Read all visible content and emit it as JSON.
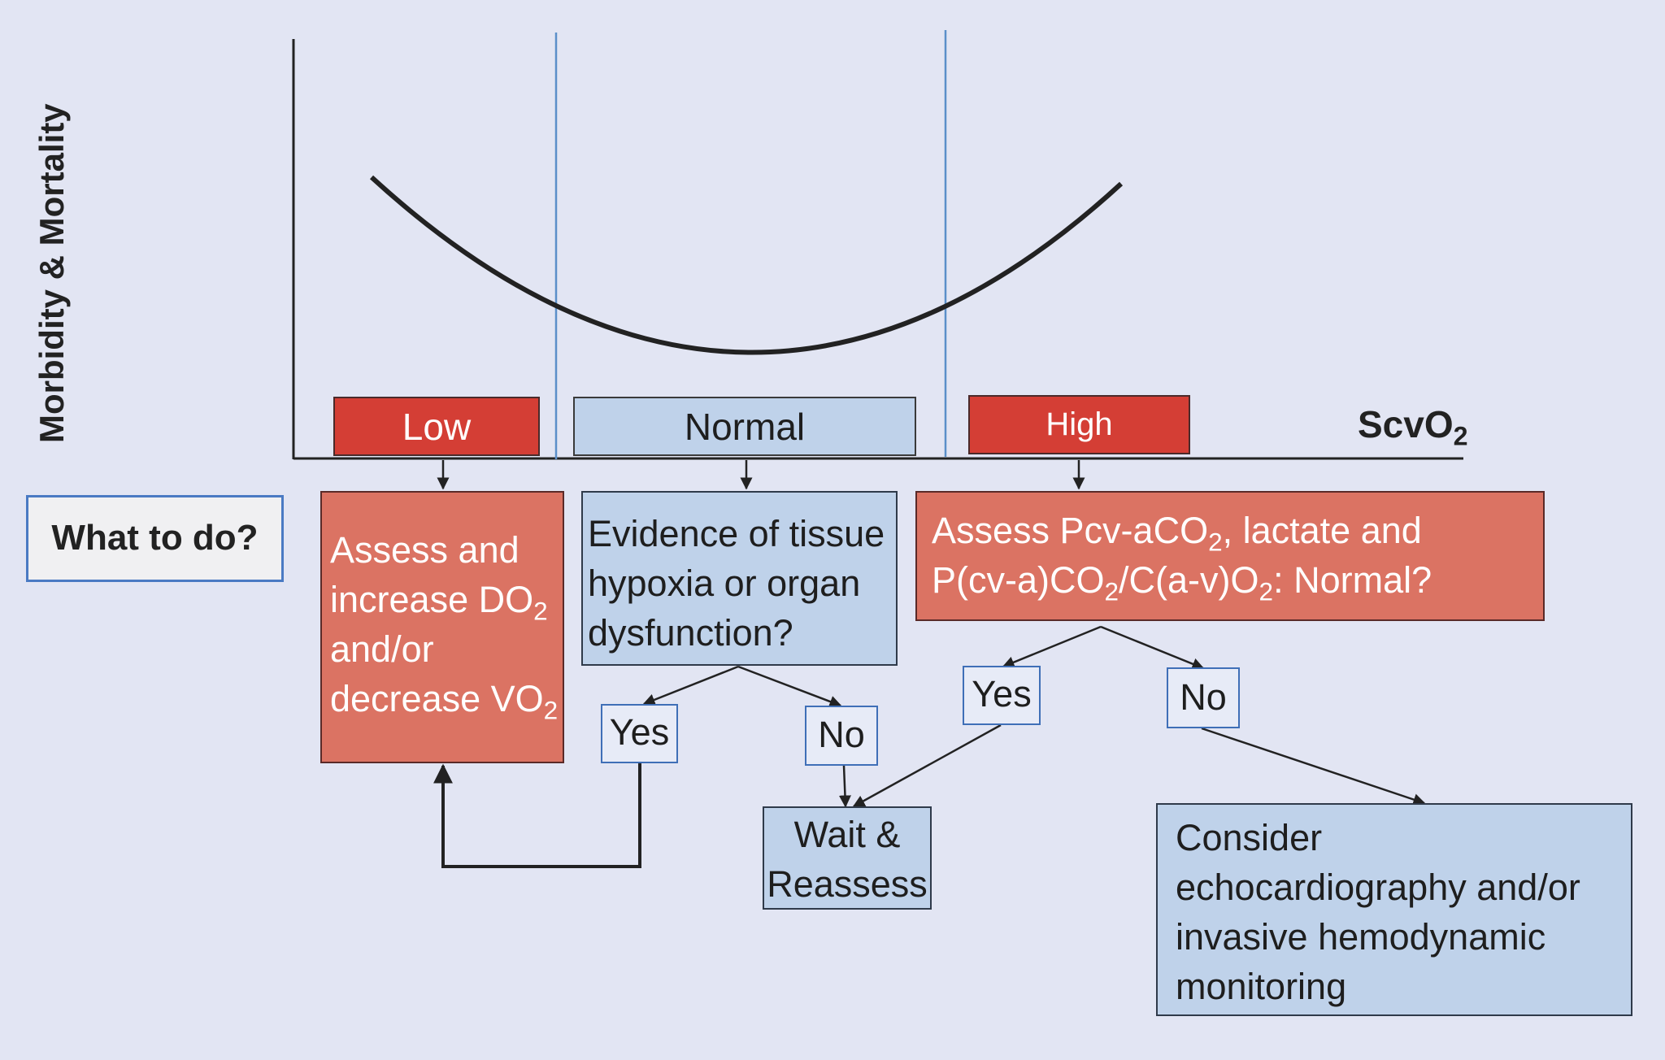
{
  "graph": {
    "y_axis_label": "Morbidity & Mortality",
    "x_axis_label_main": "ScvO",
    "x_axis_label_sub": "2",
    "bands": {
      "low": "Low",
      "normal": "Normal",
      "high": "High"
    }
  },
  "question_box": "What to do?",
  "low_action": {
    "line1": "Assess and",
    "line2_main": "increase DO",
    "line2_sub": "2",
    "line3": "and/or",
    "line4_main": "decrease VO",
    "line4_sub": "2"
  },
  "normal_question": {
    "line1": "Evidence of tissue",
    "line2": "hypoxia or organ",
    "line3": "dysfunction?"
  },
  "high_question": {
    "line1_a": "Assess Pcv-aCO",
    "line1_sub": "2",
    "line1_b": ", lactate and",
    "line2_a": "P(cv-a)CO",
    "line2_sub1": "2",
    "line2_b": "/C(a-v)O",
    "line2_sub2": "2",
    "line2_c": ": Normal?"
  },
  "answers": {
    "normal_yes": "Yes",
    "normal_no": "No",
    "high_yes": "Yes",
    "high_no": "No"
  },
  "wait_box": {
    "line1": "Wait &",
    "line2": "Reassess"
  },
  "consider_box": {
    "line1": "Consider",
    "line2": "echocardiography and/or",
    "line3": "invasive hemodynamic",
    "line4": "monitoring"
  },
  "colors": {
    "background": "#e2e5f3",
    "band_red": "#d43e35",
    "band_blue": "#bfd2ea",
    "action_salmon": "#db7363",
    "divider_blue": "#5b8fc9"
  }
}
